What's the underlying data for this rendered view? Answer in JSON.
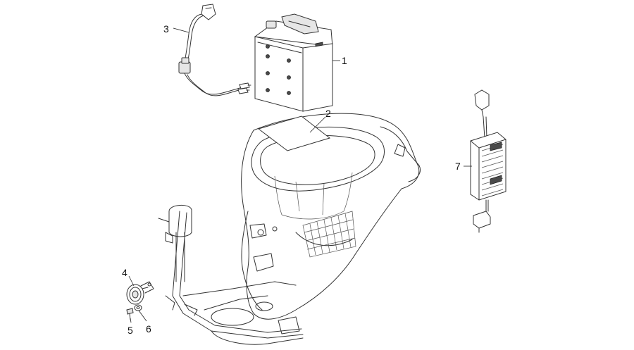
{
  "callouts": [
    {
      "id": "1",
      "label": "1"
    },
    {
      "id": "2",
      "label": "2"
    },
    {
      "id": "3",
      "label": "3"
    },
    {
      "id": "4",
      "label": "4"
    },
    {
      "id": "5",
      "label": "5"
    },
    {
      "id": "6",
      "label": "6"
    },
    {
      "id": "7",
      "label": "7"
    }
  ],
  "colors": {
    "line": "#333333",
    "background": "#ffffff",
    "dark_part": "#4a4a4a"
  }
}
